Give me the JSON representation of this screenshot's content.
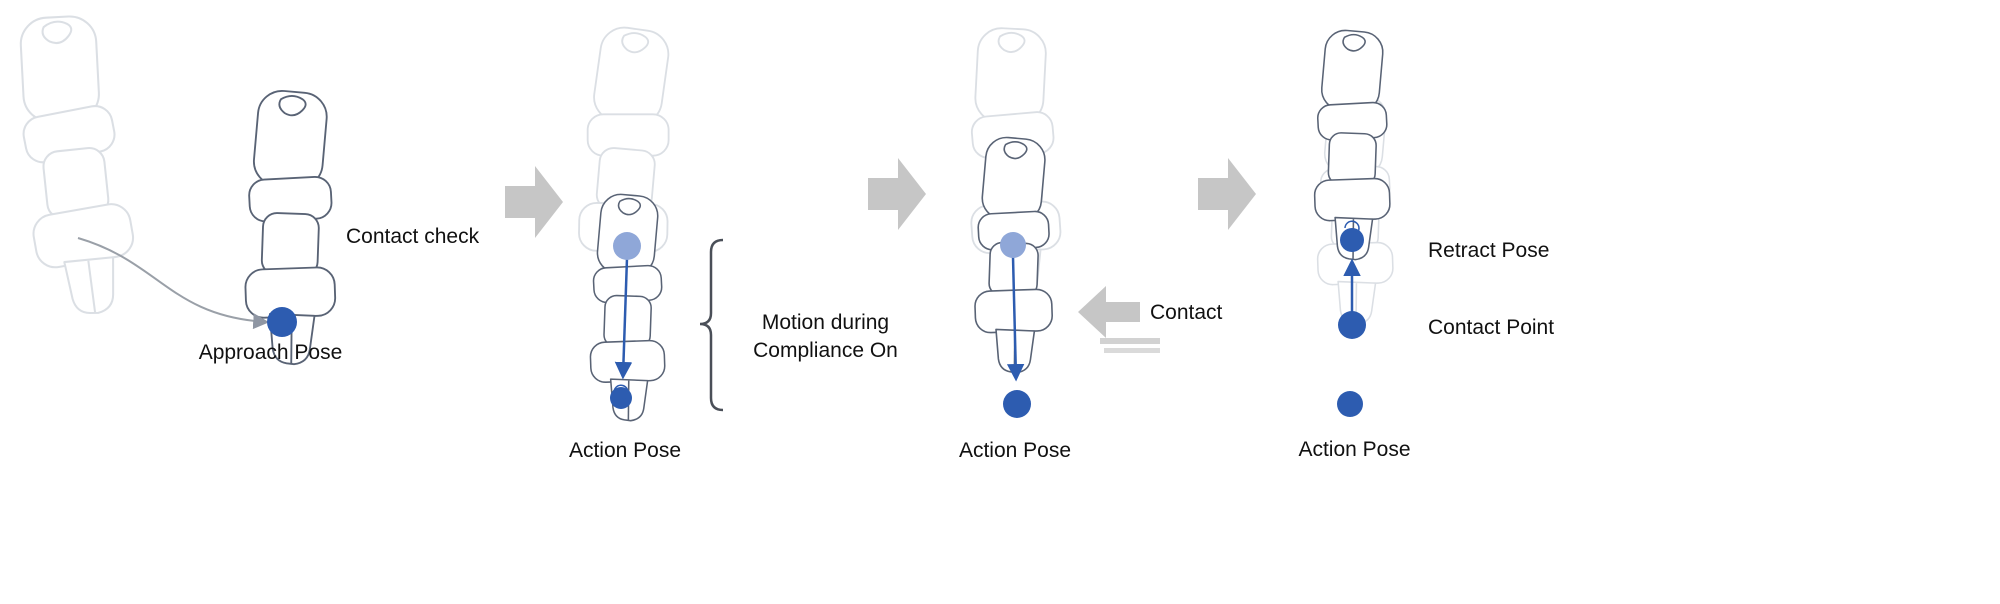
{
  "figure": {
    "type": "process-diagram",
    "description_not_shown": "",
    "colors": {
      "pose_dot": "#2d5cb0",
      "pose_dot_light": "#8fa7d8",
      "flow_arrow_gray": "#c6c6c6",
      "robot_outline": "#596375",
      "robot_ghost_outline": "#c6ccd5",
      "bracket": "#4a4f58",
      "text": "#111111"
    },
    "icons": {
      "flow_arrow_right": "right-block-arrow",
      "contact_arrow_left": "left-block-arrow",
      "pose_dot": "filled-circle",
      "pose_dot_light": "filled-circle-light",
      "robot_arm": "robot-arm-sketch",
      "compliance_brace": "curly-brace"
    },
    "panels": [
      {
        "name": "approach",
        "contact_check_label": "Contact check",
        "pose_label": "Approach Pose"
      },
      {
        "name": "compliance-motion",
        "bracket_label_line1": "Motion during",
        "bracket_label_line2": "Compliance On",
        "pose_label": "Action Pose"
      },
      {
        "name": "contact",
        "contact_label": "Contact",
        "pose_label": "Action Pose"
      },
      {
        "name": "retract",
        "retract_label": "Retract Pose",
        "contact_point_label": "Contact Point",
        "pose_label": "Action Pose"
      }
    ]
  }
}
